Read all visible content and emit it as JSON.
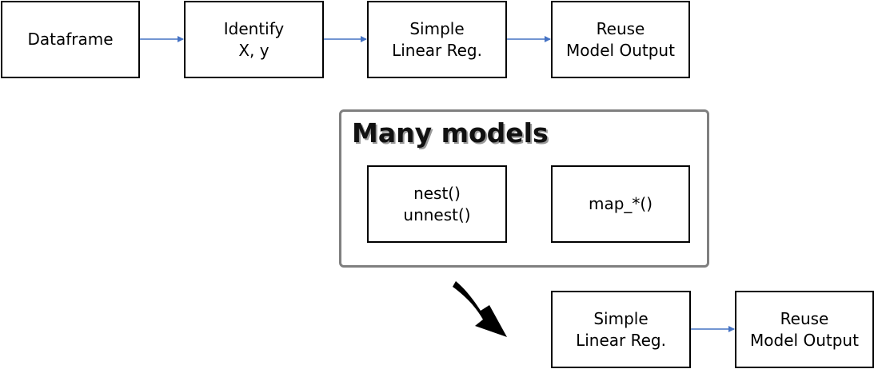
{
  "top_flow": {
    "dataframe": "Dataframe",
    "identify": "Identify\nX, y",
    "simple_lr": "Simple\nLinear Reg.",
    "reuse": "Reuse\nModel Output"
  },
  "many_models": {
    "title": "Many models",
    "nest": "nest()\nunnest()",
    "map": "map_*()"
  },
  "bottom_flow": {
    "simple_lr": "Simple\nLinear Reg.",
    "reuse": "Reuse\nModel Output"
  },
  "colors": {
    "connector": "#4472c4",
    "box_border": "#000000",
    "group_border": "#7f7f7f",
    "curved_arrow": "#000000"
  }
}
